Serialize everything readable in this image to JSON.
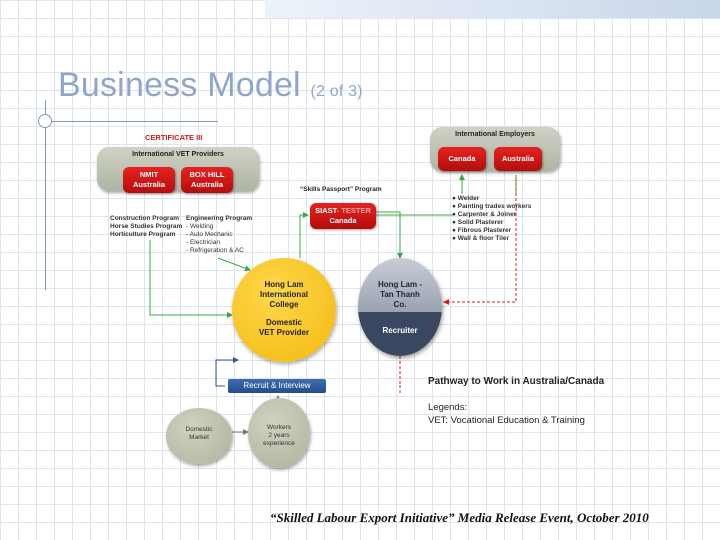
{
  "slide": {
    "title": "Business Model",
    "subtitle": "(2 of 3)",
    "footer": "“Skilled Labour Export Initiative” Media Release Event, October 2010"
  },
  "diagram": {
    "certificate_label": "CERTIFICATE III",
    "vet_providers": {
      "title": "International VET Providers",
      "nmit": [
        "NMIT",
        "Australia"
      ],
      "boxhill": [
        "BOX HILL",
        "Australia"
      ]
    },
    "programs_left": [
      "Construction Program",
      "Horse Studies Program",
      "Horticulture Program"
    ],
    "programs_engineering": [
      "Engineering Program",
      "- Welding",
      "- Auto Mechanic",
      "- Electrician",
      "- Refrigeration & AC"
    ],
    "skills_passport": "“Skills Passport” Program",
    "siast": {
      "name_part1": "SIAST",
      "name_part2": "- TESTER",
      "country": "Canada"
    },
    "employers": {
      "title": "International Employers",
      "canada": "Canada",
      "australia": "Australia"
    },
    "trades": [
      "Welder",
      "Painting trades workers",
      "Carpenter & Joiner",
      "Solid Plasterer",
      "Fibrous Plasterer",
      "Wall & floor Tiler"
    ],
    "hong_lam_college": {
      "line1": "Hong Lam",
      "line2": "International",
      "line3": "College",
      "line4": "Domestic",
      "line5": "VET Provider"
    },
    "recruiter": {
      "line1": "Hong Lam -",
      "line2": "Tan Thanh",
      "line3": "Co.",
      "role": "Recruiter"
    },
    "recruit_interview": "Recruit & Interview",
    "pathway": "Pathway to Work in Australia/Canada",
    "legends_title": "Legends:",
    "legend_vet": "VET: Vocational Education & Training",
    "domestic_market": [
      "Domestic",
      "Market"
    ],
    "workers": [
      "Workers",
      "2 years",
      "experience"
    ]
  },
  "colors": {
    "title": "#8fa6c8",
    "red": "#d81e1a",
    "gold": "#f4c21a",
    "navy": "#3a4760",
    "olive": "#b8bca6",
    "arrow_green": "#3aa84a"
  }
}
